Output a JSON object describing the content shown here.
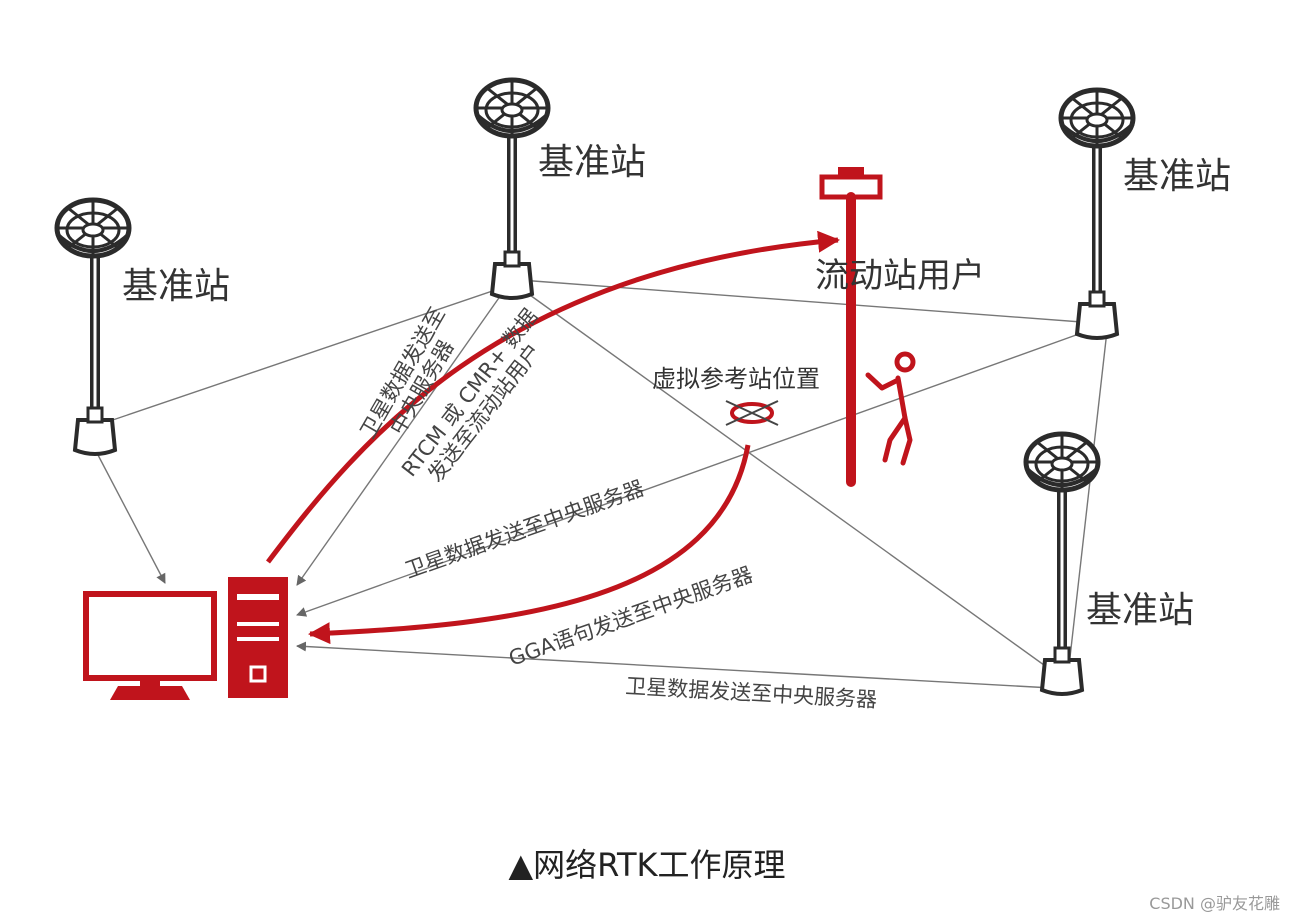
{
  "caption": "▲网络RTK工作原理",
  "watermark": "CSDN @驴友花雕",
  "colors": {
    "accent": "#c0141c",
    "dark": "#2b2b2b",
    "line": "#777777"
  },
  "labels": {
    "station": "基准站",
    "rover": "流动站用户",
    "virtual_ref": "虚拟参考站位置"
  },
  "edges": {
    "station1_top_1": "卫星数据发送至",
    "station1_top_2": "中央服务器",
    "rtcm_1": "RTCM 或 CMR+ 数据",
    "rtcm_2": "发送至流动站用户",
    "station_right": "卫星数据发送至中央服务器",
    "gga": "GGA语句发送至中央服务器",
    "station_bottom": "卫星数据发送至中央服务器"
  },
  "icons": [
    "antenna-icon",
    "computer-icon",
    "server-icon",
    "rover-pole-icon",
    "person-icon",
    "virtual-station-icon"
  ]
}
